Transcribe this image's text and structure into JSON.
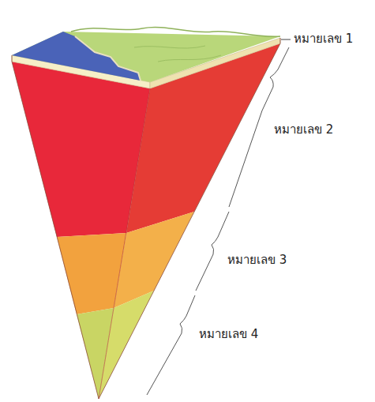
{
  "diagram": {
    "labels": [
      "หมายเลข 1",
      "หมายเลข 2",
      "หมายเลข 3",
      "หมายเลข 4"
    ]
  }
}
